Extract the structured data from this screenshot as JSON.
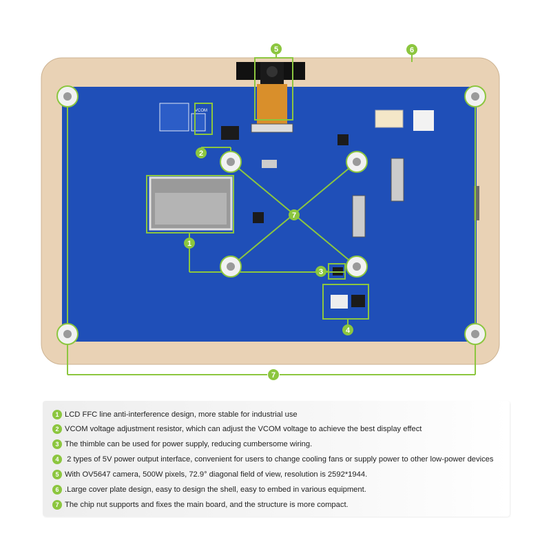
{
  "colors": {
    "cover_plate": "#e9d2b5",
    "board": "#1f4fb8",
    "callout_green": "#8cc63f",
    "text": "#222222"
  },
  "board": {
    "vcom_label": "VCOM",
    "callouts": [
      "1",
      "2",
      "3",
      "4",
      "5",
      "6",
      "7",
      "7"
    ]
  },
  "features": [
    {
      "num": "1",
      "text": "LCD FFC line anti-interference design, more stable for industrial use"
    },
    {
      "num": "2",
      "text": "VCOM voltage adjustment resistor, which can adjust the VCOM voltage to achieve the best display effect"
    },
    {
      "num": "3",
      "text": "The thimble can be used for power supply, reducing cumbersome wiring."
    },
    {
      "num": "4",
      "text": " 2 types of 5V power output interface, convenient for users to change cooling fans or supply power to other low-power devices"
    },
    {
      "num": "5",
      "text": "With OV5647 camera, 500W pixels, 72.9° diagonal field of view, resolution is 2592*1944."
    },
    {
      "num": "6",
      "text": ".Large cover plate design, easy to design the shell, easy to embed in various equipment."
    },
    {
      "num": "7",
      "text": "The chip nut supports and fixes the main board, and the structure is more compact."
    }
  ]
}
